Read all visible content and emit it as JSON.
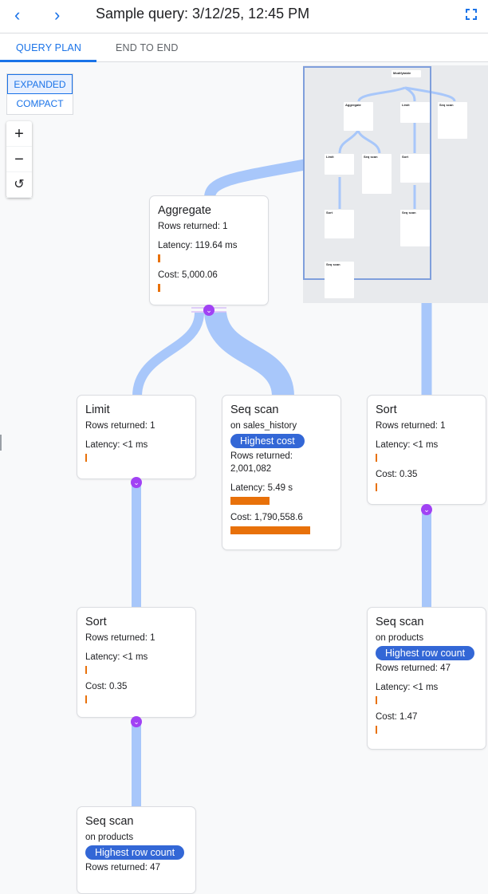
{
  "header": {
    "title": "Sample query: 3/12/25, 12:45 PM",
    "back_icon": "chevron-left-icon",
    "forward_icon": "chevron-right-icon",
    "fullscreen_icon": "fullscreen-icon"
  },
  "tabs": [
    {
      "label": "QUERY PLAN",
      "active": true
    },
    {
      "label": "END TO END",
      "active": false
    }
  ],
  "view_toggle": {
    "expanded": "EXPANDED",
    "compact": "COMPACT",
    "selected": "EXPANDED"
  },
  "zoom_controls": {
    "zoom_in": "+",
    "zoom_out": "−",
    "reset": "↺"
  },
  "colors": {
    "accent": "#1a73e8",
    "edge": "#a8c7fa",
    "bar": "#e8710a",
    "pill": "#3367d6",
    "chevron": "#a142f4"
  },
  "nodes": {
    "aggregate": {
      "title": "Aggregate",
      "rows": "Rows returned: 1",
      "latency": "Latency: 119.64 ms",
      "cost": "Cost: 5,000.06"
    },
    "limit": {
      "title": "Limit",
      "rows": "Rows returned: 1",
      "latency": "Latency: <1 ms"
    },
    "seq_sales": {
      "title": "Seq scan",
      "on": "on sales_history",
      "badge": "Highest cost",
      "rows_label": "Rows returned:",
      "rows_value": "2,001,082",
      "latency": "Latency: 5.49 s",
      "cost": "Cost: 1,790,558.6"
    },
    "sort_right": {
      "title": "Sort",
      "rows": "Rows returned: 1",
      "latency": "Latency: <1 ms",
      "cost": "Cost: 0.35"
    },
    "sort_left": {
      "title": "Sort",
      "rows": "Rows returned: 1",
      "latency": "Latency: <1 ms",
      "cost": "Cost: 0.35"
    },
    "seq_products_right": {
      "title": "Seq scan",
      "on": "on products",
      "badge": "Highest row count",
      "rows": "Rows returned: 47",
      "latency": "Latency: <1 ms",
      "cost": "Cost: 1.47"
    },
    "seq_products_bottom": {
      "title": "Seq scan",
      "on": "on products",
      "badge": "Highest row count",
      "rows": "Rows returned: 47"
    }
  },
  "minimap": {
    "nodes": [
      "Modifytable",
      "Aggregate",
      "Limit",
      "Seq scan",
      "Limit",
      "Seq scan",
      "Sort",
      "Sort",
      "Seq scan",
      "Seq scan"
    ]
  }
}
